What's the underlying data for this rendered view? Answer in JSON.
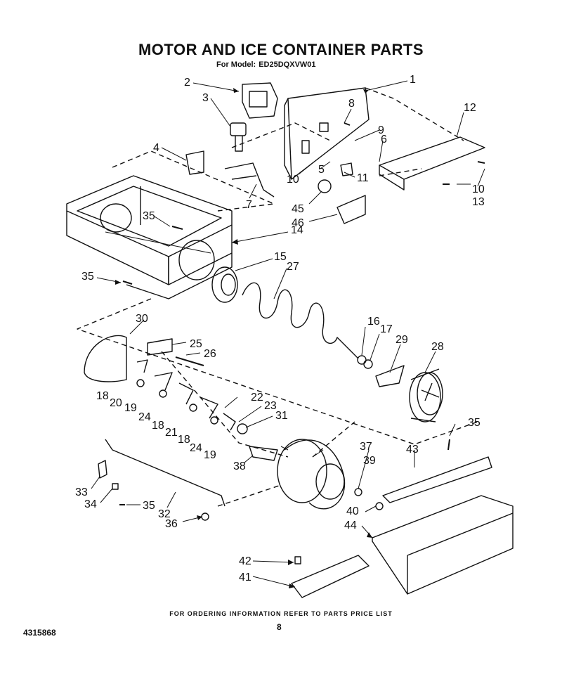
{
  "header": {
    "title": "MOTOR AND ICE CONTAINER PARTS",
    "model_label": "For Model:",
    "model": "ED25DQXVW01"
  },
  "callouts": [
    "1",
    "2",
    "3",
    "4",
    "5",
    "6",
    "7",
    "8",
    "9",
    "10",
    "10",
    "11",
    "12",
    "13",
    "14",
    "15",
    "16",
    "17",
    "18",
    "18",
    "18",
    "19",
    "19",
    "20",
    "21",
    "22",
    "23",
    "24",
    "24",
    "25",
    "26",
    "27",
    "28",
    "29",
    "30",
    "31",
    "32",
    "33",
    "34",
    "35",
    "35",
    "35",
    "35",
    "36",
    "37",
    "38",
    "39",
    "40",
    "41",
    "42",
    "43",
    "44",
    "45",
    "46"
  ],
  "footer": {
    "ordering_note": "FOR ORDERING INFORMATION REFER TO PARTS PRICE LIST",
    "page_number": "8",
    "document_number": "4315868"
  }
}
